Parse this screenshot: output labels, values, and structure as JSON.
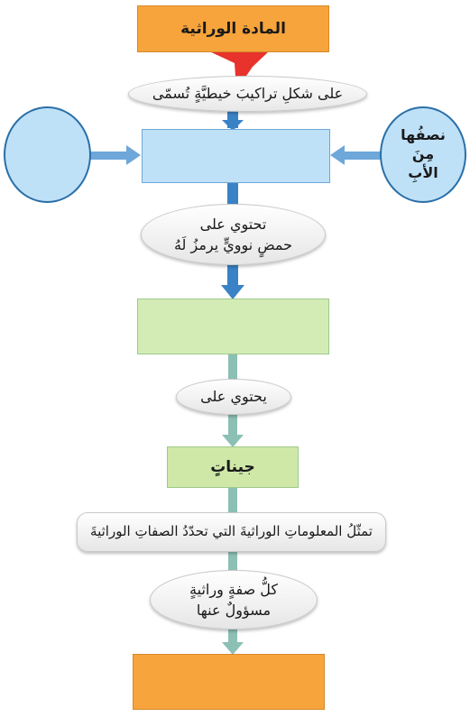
{
  "diagram": {
    "title_box": {
      "label": "المادة الوراثية",
      "color": "#f7a43c"
    },
    "label_1": {
      "text": "على شكلِ تراكيبَ خيطيَّةٍ تُسمّى"
    },
    "blue_box": {
      "label": "",
      "color": "#bfe1f7"
    },
    "left_circle": {
      "label": ""
    },
    "right_circle": {
      "lines": [
        "نصفُها",
        "مِنَ",
        "الأبِ"
      ]
    },
    "label_2": {
      "lines": [
        "تحتوي على",
        "حمضٍ نوويٍّ يرمزُ لَهُ"
      ]
    },
    "green_box": {
      "label": "",
      "color": "#d3ecb6"
    },
    "label_3": {
      "text": "يحتوي على"
    },
    "genes_box": {
      "label": "جيناتٍ",
      "color": "#cfe8a8"
    },
    "label_4": {
      "text": "تمثّلُ المعلوماتِ الوراثيةَ التي تحدّدُ الصفاتِ الوراثيةَ"
    },
    "label_5": {
      "lines": [
        "كلُّ صفةٍ وراثيةٍ",
        "مسؤولٌ عنها"
      ]
    },
    "bottom_box": {
      "label": "",
      "color": "#f8a43c"
    },
    "colors": {
      "arrow_blue": "#3a82c6",
      "arrow_green": "#8cc0b4",
      "ribbon_red": "#e8322c",
      "circle_blue": "#bfe1f7"
    }
  }
}
